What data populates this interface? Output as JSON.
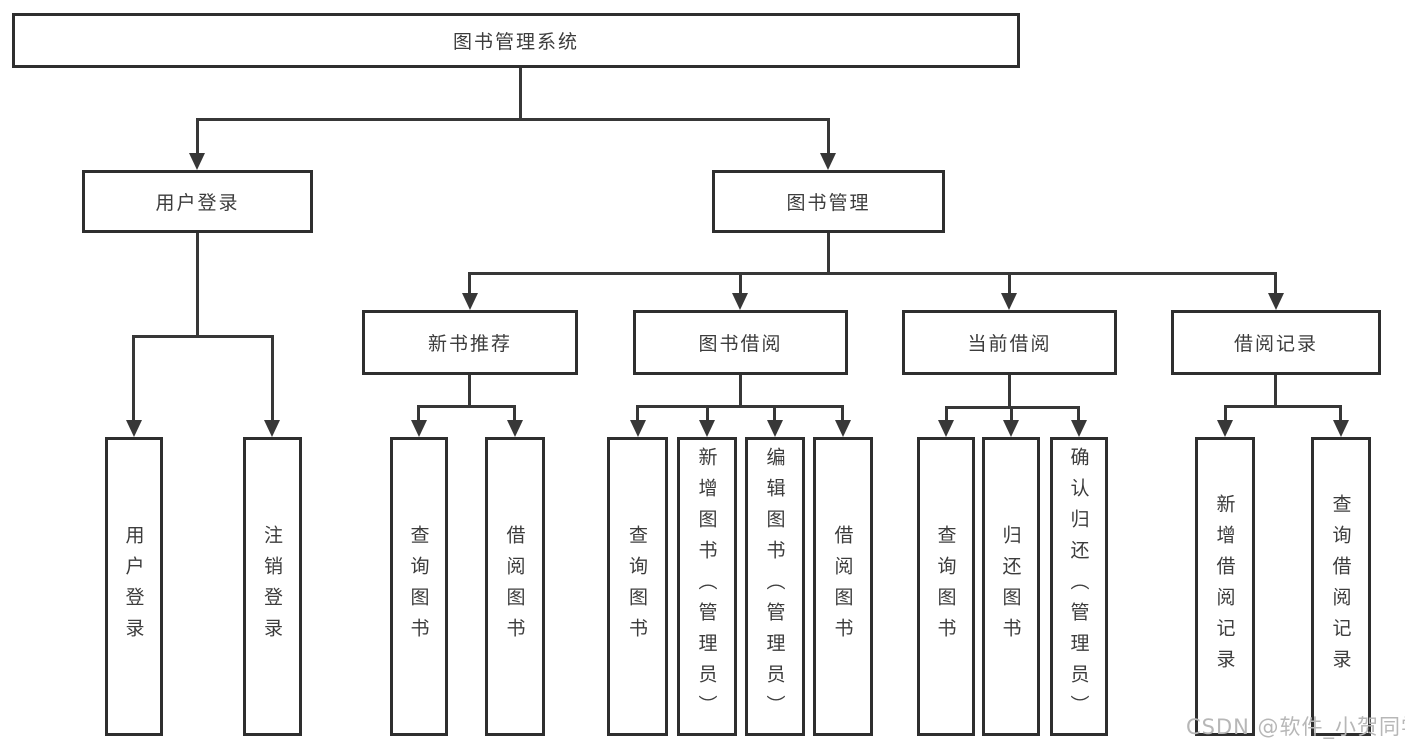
{
  "tree": {
    "root": {
      "label": "图书管理系统"
    },
    "level2": [
      {
        "label": "用户登录"
      },
      {
        "label": "图书管理"
      }
    ],
    "login_children": [
      {
        "label": "用户登录"
      },
      {
        "label": "注销登录"
      }
    ],
    "level3": [
      {
        "label": "新书推荐"
      },
      {
        "label": "图书借阅"
      },
      {
        "label": "当前借阅"
      },
      {
        "label": "借阅记录"
      }
    ],
    "new_book_children": [
      {
        "label": "查询图书"
      },
      {
        "label": "借阅图书"
      }
    ],
    "borrow_children": [
      {
        "label": "查询图书"
      },
      {
        "label": "新增图书（管理员）"
      },
      {
        "label": "编辑图书（管理员）"
      },
      {
        "label": "借阅图书"
      }
    ],
    "current_children": [
      {
        "label": "查询图书"
      },
      {
        "label": "归还图书"
      },
      {
        "label": "确认归还（管理员）"
      }
    ],
    "record_children": [
      {
        "label": "新增借阅记录"
      },
      {
        "label": "查询借阅记录"
      }
    ]
  },
  "watermark": {
    "text": "CSDN @软件_小贺同学"
  },
  "colors": {
    "line": "#373737",
    "box_border": "#2e2e2e",
    "text": "#3c3c3c",
    "watermark": "#b7b7b7",
    "background": "#ffffff"
  }
}
